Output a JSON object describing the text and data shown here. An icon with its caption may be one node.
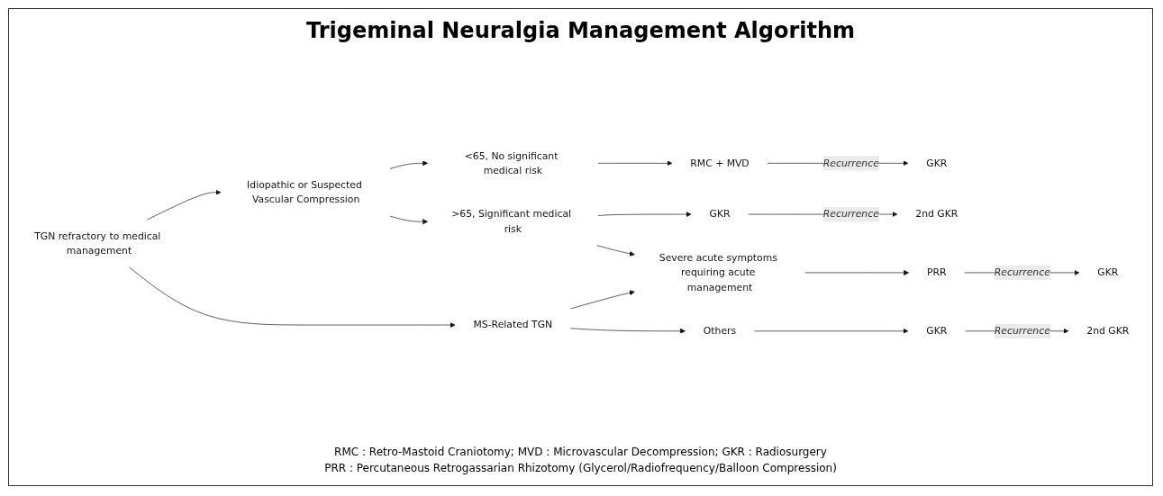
{
  "diagram": {
    "title": "Trigeminal Neuralgia Management Algorithm",
    "nodes": [
      {
        "text": [
          "TGN refractory to medical management"
        ]
      },
      {
        "text": [
          "Idiopathic or Suspected Vascular Compression"
        ]
      },
      {
        "text": [
          "<65, No significant medical risk"
        ]
      },
      {
        "text": [
          ">65, Significant medical risk"
        ]
      },
      {
        "text": [
          "MS-Related TGN"
        ]
      },
      {
        "text": [
          "Severe acute symptoms requiring acute management"
        ]
      },
      {
        "text": [
          "Others"
        ]
      },
      {
        "text": [
          "RMC + MVD"
        ]
      },
      {
        "text": [
          "GKR"
        ]
      },
      {
        "text": [
          "GKR"
        ]
      },
      {
        "text": [
          "2nd GKR"
        ]
      },
      {
        "text": [
          "PRR"
        ]
      },
      {
        "text": [
          "GKR"
        ]
      },
      {
        "text": [
          "GKR"
        ]
      },
      {
        "text": [
          "2nd GKR"
        ]
      }
    ],
    "edges": [
      {
        "from": 0,
        "to": 1,
        "arrow": "to"
      },
      {
        "from": 0,
        "to": 4,
        "arrow": "to"
      },
      {
        "from": 1,
        "to": 2,
        "arrow": "to"
      },
      {
        "from": 1,
        "to": 3,
        "arrow": "to"
      },
      {
        "from": 2,
        "to": 7,
        "arrow": "to"
      },
      {
        "from": 7,
        "to": 8,
        "arrow": "to",
        "label": "Recurrence"
      },
      {
        "from": 3,
        "to": 9,
        "arrow": "to"
      },
      {
        "from": 9,
        "to": 10,
        "arrow": "to",
        "label": "Recurrence"
      },
      {
        "from": 3,
        "to": 5,
        "arrow": "to"
      },
      {
        "from": 4,
        "to": 5,
        "arrow": "to"
      },
      {
        "from": 5,
        "to": 11,
        "arrow": "to"
      },
      {
        "from": 11,
        "to": 12,
        "arrow": "to",
        "label": "Recurrence"
      },
      {
        "from": 4,
        "to": 6,
        "arrow": "to"
      },
      {
        "from": 6,
        "to": 13,
        "arrow": "to"
      },
      {
        "from": 13,
        "to": 14,
        "arrow": "to",
        "label": "Recurrence"
      }
    ],
    "labels": [
      "RMC : Retro-Mastoid Craniotomy; MVD : Microvascular Decompression; GKR : Radiosurgery",
      "PRR : Percutaneous Retrogassarian Rhizotomy (Glycerol/Radiofrequency/Balloon Compression)"
    ]
  }
}
